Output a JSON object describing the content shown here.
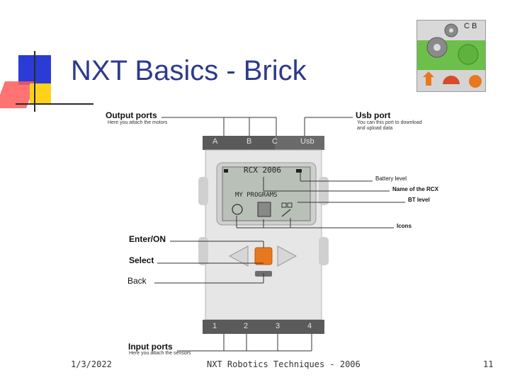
{
  "slide": {
    "title": "NXT Basics - Brick",
    "date": "1/3/2022",
    "footer_center": "NXT Robotics Techniques - 2006",
    "page_number": "11"
  },
  "block_icon": {
    "label": "C B",
    "icon": "nxt-motor-block-icon"
  },
  "brick": {
    "top_ports": [
      "A",
      "B",
      "C"
    ],
    "usb_label": "Usb",
    "bottom_ports": [
      "1",
      "2",
      "3",
      "4"
    ],
    "screen": {
      "header": "RCX 2006",
      "menu": "MY PROGRAMS"
    }
  },
  "callouts": {
    "output_ports": "Output ports",
    "output_ports_sub": "Here you attach the motors",
    "usb_port": "Usb port",
    "usb_port_sub1": "You can this port to download",
    "usb_port_sub2": "and upload data",
    "battery_level": "Battery level",
    "rcx_name": "Name of the RCX",
    "bt_level": "BT level",
    "icons": "Icons",
    "enter_on": "Enter/ON",
    "select": "Select",
    "back": "Back",
    "input_ports": "Input ports",
    "input_ports_sub": "Here you attach the sensors"
  },
  "colors": {
    "title": "#2d3a8c",
    "brick_orange": "#e8781e",
    "block_green": "#6cbf4a"
  }
}
